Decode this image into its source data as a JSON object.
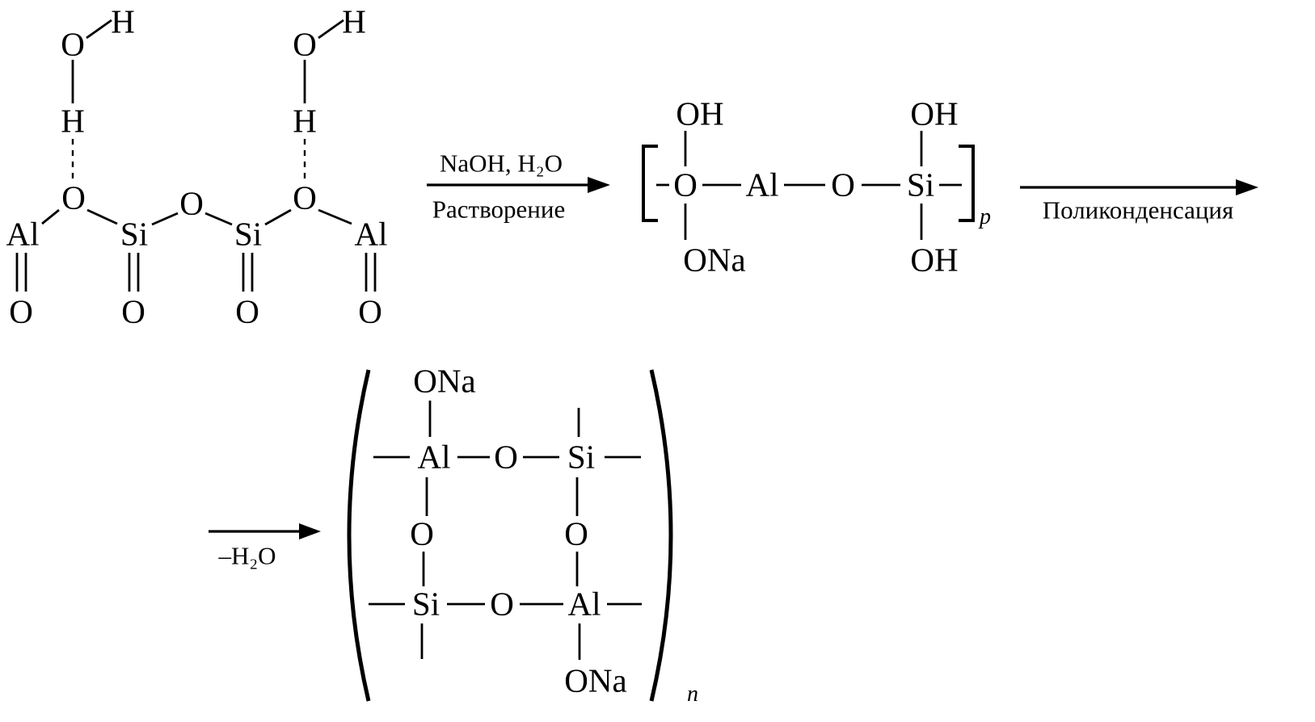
{
  "page": {
    "background": "#ffffff",
    "ink": "#000000",
    "description": "Chemical reaction scheme: dissolution of an aluminosilicate in NaOH solution followed by polycondensation into a sodium aluminosilicate network"
  },
  "structure_a": {
    "atoms": {
      "h_top_1": "H",
      "o_water_1": "O",
      "h_bridge_1": "H",
      "h_top_2": "H",
      "o_water_2": "O",
      "h_bridge_2": "H",
      "al_1": "Al",
      "o_bridge_1": "O",
      "si_1": "Si",
      "o_bridge_2": "O",
      "si_2": "Si",
      "o_bridge_3": "O",
      "al_2": "Al",
      "o_terminal_1": "O",
      "o_terminal_2": "O",
      "o_terminal_3": "O",
      "o_terminal_4": "O"
    }
  },
  "arrow_1": {
    "label_top": "NaOH, H₂O",
    "label_bottom": "Растворение"
  },
  "structure_b": {
    "atoms": {
      "oh_above_o": "OH",
      "o_left": "O",
      "al": "Al",
      "o_bridge": "O",
      "si": "Si",
      "oh_above_si": "OH",
      "ona_below_o": "ONa",
      "oh_below_si": "OH"
    },
    "repeat_subscript": "p"
  },
  "arrow_2": {
    "label_bottom": "Поликонденсация"
  },
  "arrow_3": {
    "label_bottom": "–H₂O"
  },
  "structure_c": {
    "atoms": {
      "ona_top": "ONa",
      "al_top": "Al",
      "o_top_bridge": "O",
      "si_top": "Si",
      "o_left_bridge": "O",
      "o_right_bridge": "O",
      "si_bottom": "Si",
      "o_bottom_bridge": "O",
      "al_bottom": "Al",
      "ona_bottom": "ONa"
    },
    "repeat_subscript": "n"
  }
}
